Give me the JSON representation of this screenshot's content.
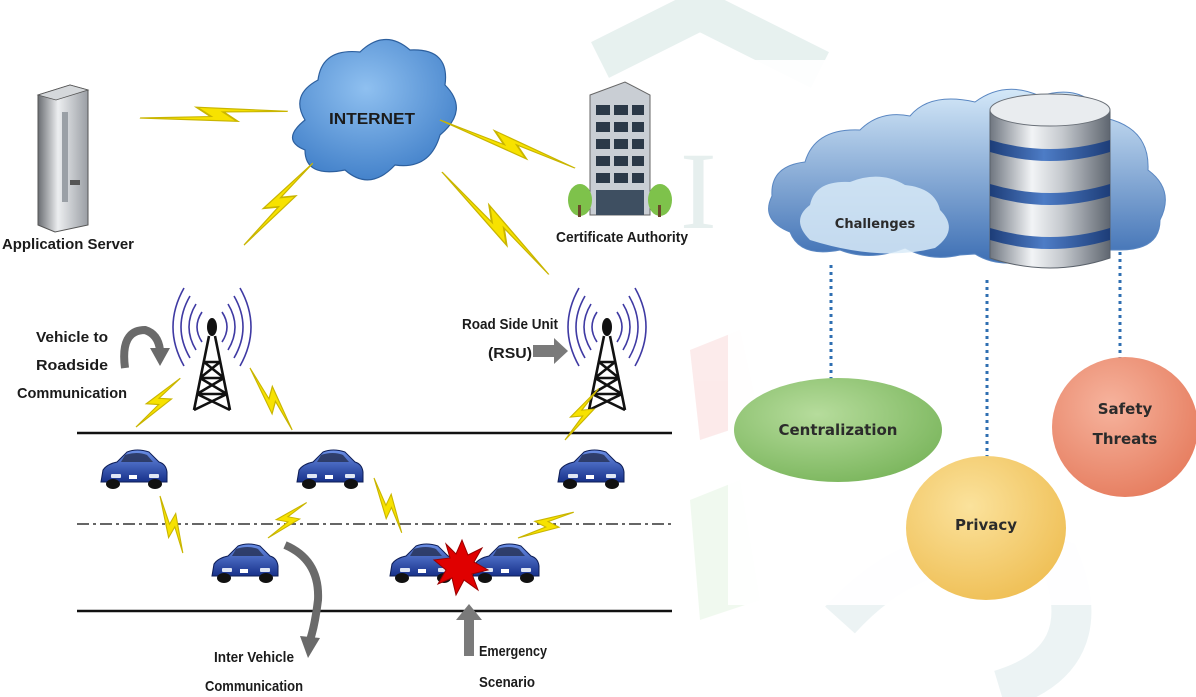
{
  "left_diagram": {
    "internet_label": "INTERNET",
    "application_server_label": "Application Server",
    "certificate_authority_label": "Certificate Authority",
    "v2r_label": [
      "Vehicle to",
      "Roadside",
      "Communication"
    ],
    "rsu_label": [
      "Road Side Unit",
      "(RSU)"
    ],
    "inter_vehicle_label": [
      "Inter Vehicle",
      "Communication"
    ],
    "emergency_label": [
      "Emergency",
      "Scenario"
    ]
  },
  "right_diagram": {
    "center_label": "Challenges",
    "bubbles": [
      {
        "label": [
          "Centralization"
        ],
        "color": "#8cc46f"
      },
      {
        "label": [
          "Privacy"
        ],
        "color": "#f5cc66"
      },
      {
        "label": [
          "Safety",
          "Threats"
        ],
        "color": "#ee9476"
      }
    ]
  },
  "colors": {
    "lightning": "#f7e200",
    "cloud": "#5a93d4",
    "car": "#1f3fa0",
    "tower_ring": "#3f3aa3"
  }
}
